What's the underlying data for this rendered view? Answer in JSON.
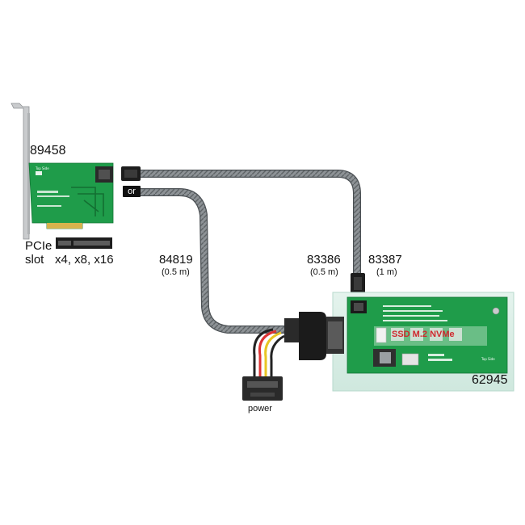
{
  "labels": {
    "card_pcie": "89458",
    "slot_title": "PCIe",
    "slot_line": "slot",
    "slot_sizes": "x4, x8, x16",
    "or": "or",
    "cable_u2": "84819",
    "cable_u2_len": "(0.5 m)",
    "cable_a": "83386",
    "cable_a_len": "(0.5 m)",
    "cable_b": "83387",
    "cable_b_len": "(1 m)",
    "card_m2": "62945",
    "ssd_label": "SSD M.2 NVMe",
    "power": "power"
  },
  "pcb_text": {
    "top_side": "Top Side",
    "top_side_right": "Top Side"
  },
  "colors": {
    "pcb_green": "#1f9c4a",
    "box_bg": "#d8efe6",
    "cable": "#8a8f93",
    "connector": "#222222",
    "ssd_red": "#d0282e"
  }
}
